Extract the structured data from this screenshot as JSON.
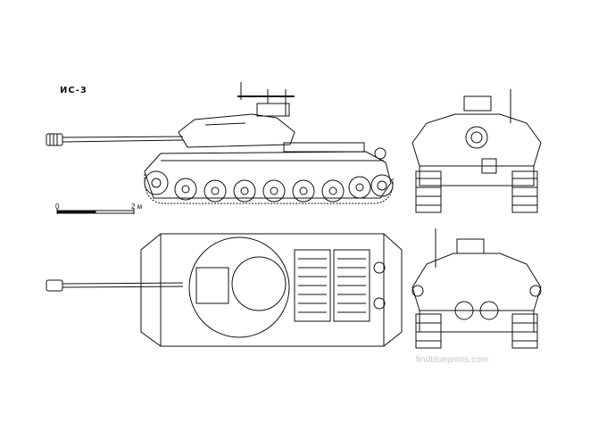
{
  "drawing": {
    "title": "ИС-3",
    "scale": {
      "start_label": "0",
      "end_label": "2 м"
    },
    "watermark": "findblueprints.com",
    "views": [
      "side-view",
      "front-view",
      "top-view",
      "rear-view"
    ]
  }
}
